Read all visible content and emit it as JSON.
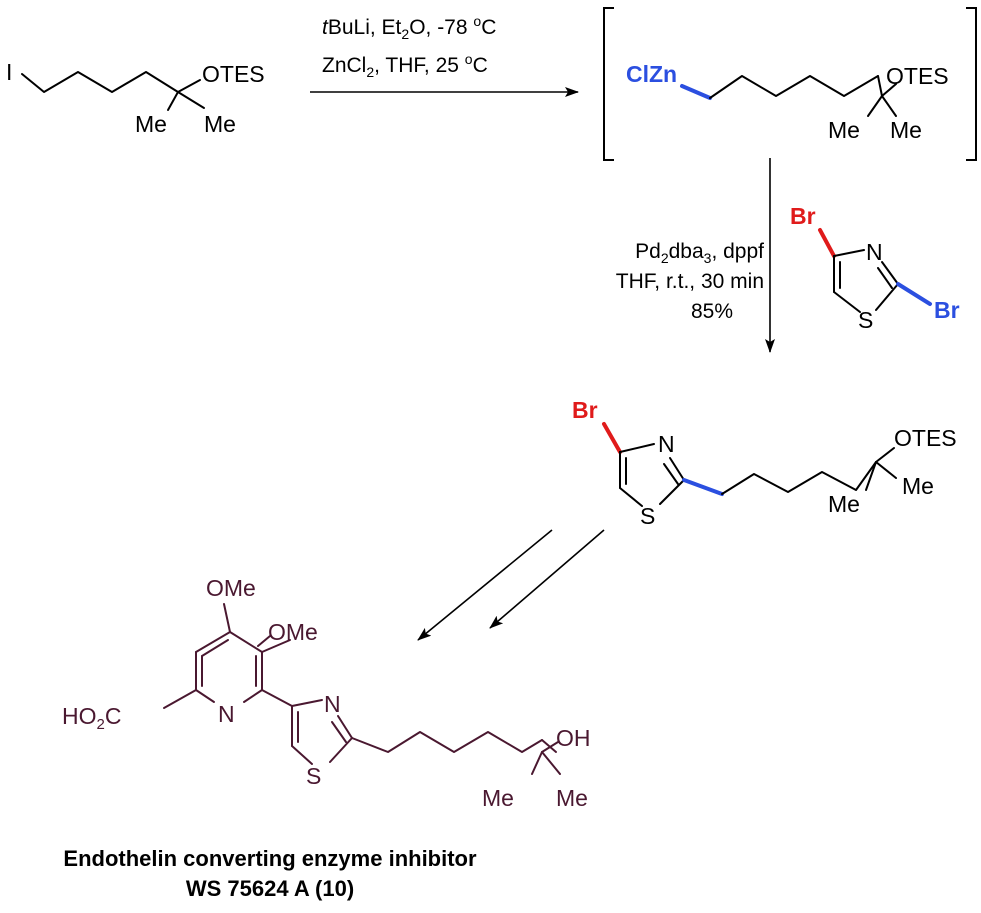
{
  "step1": {
    "reactant": {
      "iodo": "I",
      "otes": "OTES",
      "me1": "Me",
      "me2": "Me"
    },
    "reagents_line1": "tBuLi, Et2O, -78 oC",
    "reagents_line2": "ZnCl2, THF, 25 oC",
    "intermediate": {
      "clzn": "ClZn",
      "otes": "OTES",
      "me1": "Me",
      "me2": "Me"
    }
  },
  "step2": {
    "conditions": [
      "Pd2dba3, dppf",
      "THF, r.t., 30 min",
      "85%"
    ],
    "thiazole_reagent": {
      "br4": "Br",
      "n": "N",
      "s": "S",
      "br2": "Br"
    }
  },
  "coupled_product": {
    "br": "Br",
    "n": "N",
    "s": "S",
    "otes": "OTES",
    "me1": "Me",
    "me2": "Me"
  },
  "final_product": {
    "ome1": "OMe",
    "ome2": "OMe",
    "co2h": "HO2C",
    "n_pyridine": "N",
    "n_thiazole": "N",
    "s": "S",
    "oh": "OH",
    "me1": "Me",
    "me2": "Me"
  },
  "caption": {
    "line1": "Endothelin converting enzyme inhibitor",
    "line2": "WS 75624 A (10)"
  },
  "colors": {
    "new_bond": "#2b4fe0",
    "bromine": "#e01b1b",
    "product": "#4a1830"
  }
}
